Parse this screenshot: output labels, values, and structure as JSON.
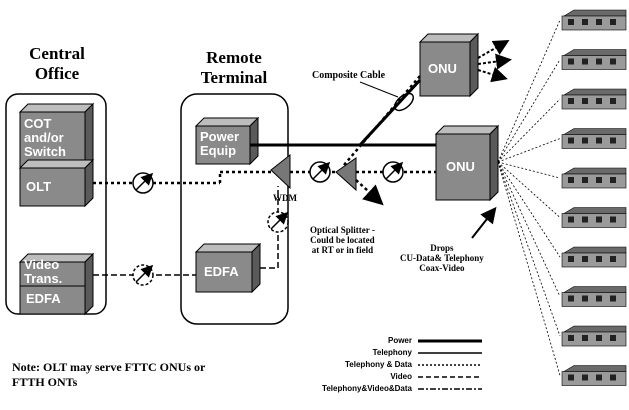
{
  "headings": {
    "central_office": "Central\nOffice",
    "remote_terminal": "Remote\nTerminal"
  },
  "boxes": {
    "cot": "COT\nand/or\nSwitch",
    "olt": "OLT",
    "video_trans": "Video\nTrans.",
    "edfa_co": "EDFA",
    "power_equip": "Power\nEquip",
    "edfa_rt": "EDFA",
    "onu_top": "ONU",
    "onu_main": "ONU"
  },
  "labels": {
    "wdm": "WDM",
    "composite_cable": "Composite Cable",
    "splitter": "Optical Splitter -\nCould be located\nat RT or in field",
    "drops": "Drops\nCU-Data& Telephony\nCoax-Video",
    "note": "Note: OLT may serve FTTC ONUs or\nFTTH ONTs"
  },
  "legend": [
    {
      "label": "Power",
      "style": "thick"
    },
    {
      "label": "Telephony",
      "style": "solid"
    },
    {
      "label": "Telephony & Data",
      "style": "dotted"
    },
    {
      "label": "Video",
      "style": "dashed"
    },
    {
      "label": "Telephony&Video&Data",
      "style": "dashdot"
    }
  ],
  "house_count": 10
}
